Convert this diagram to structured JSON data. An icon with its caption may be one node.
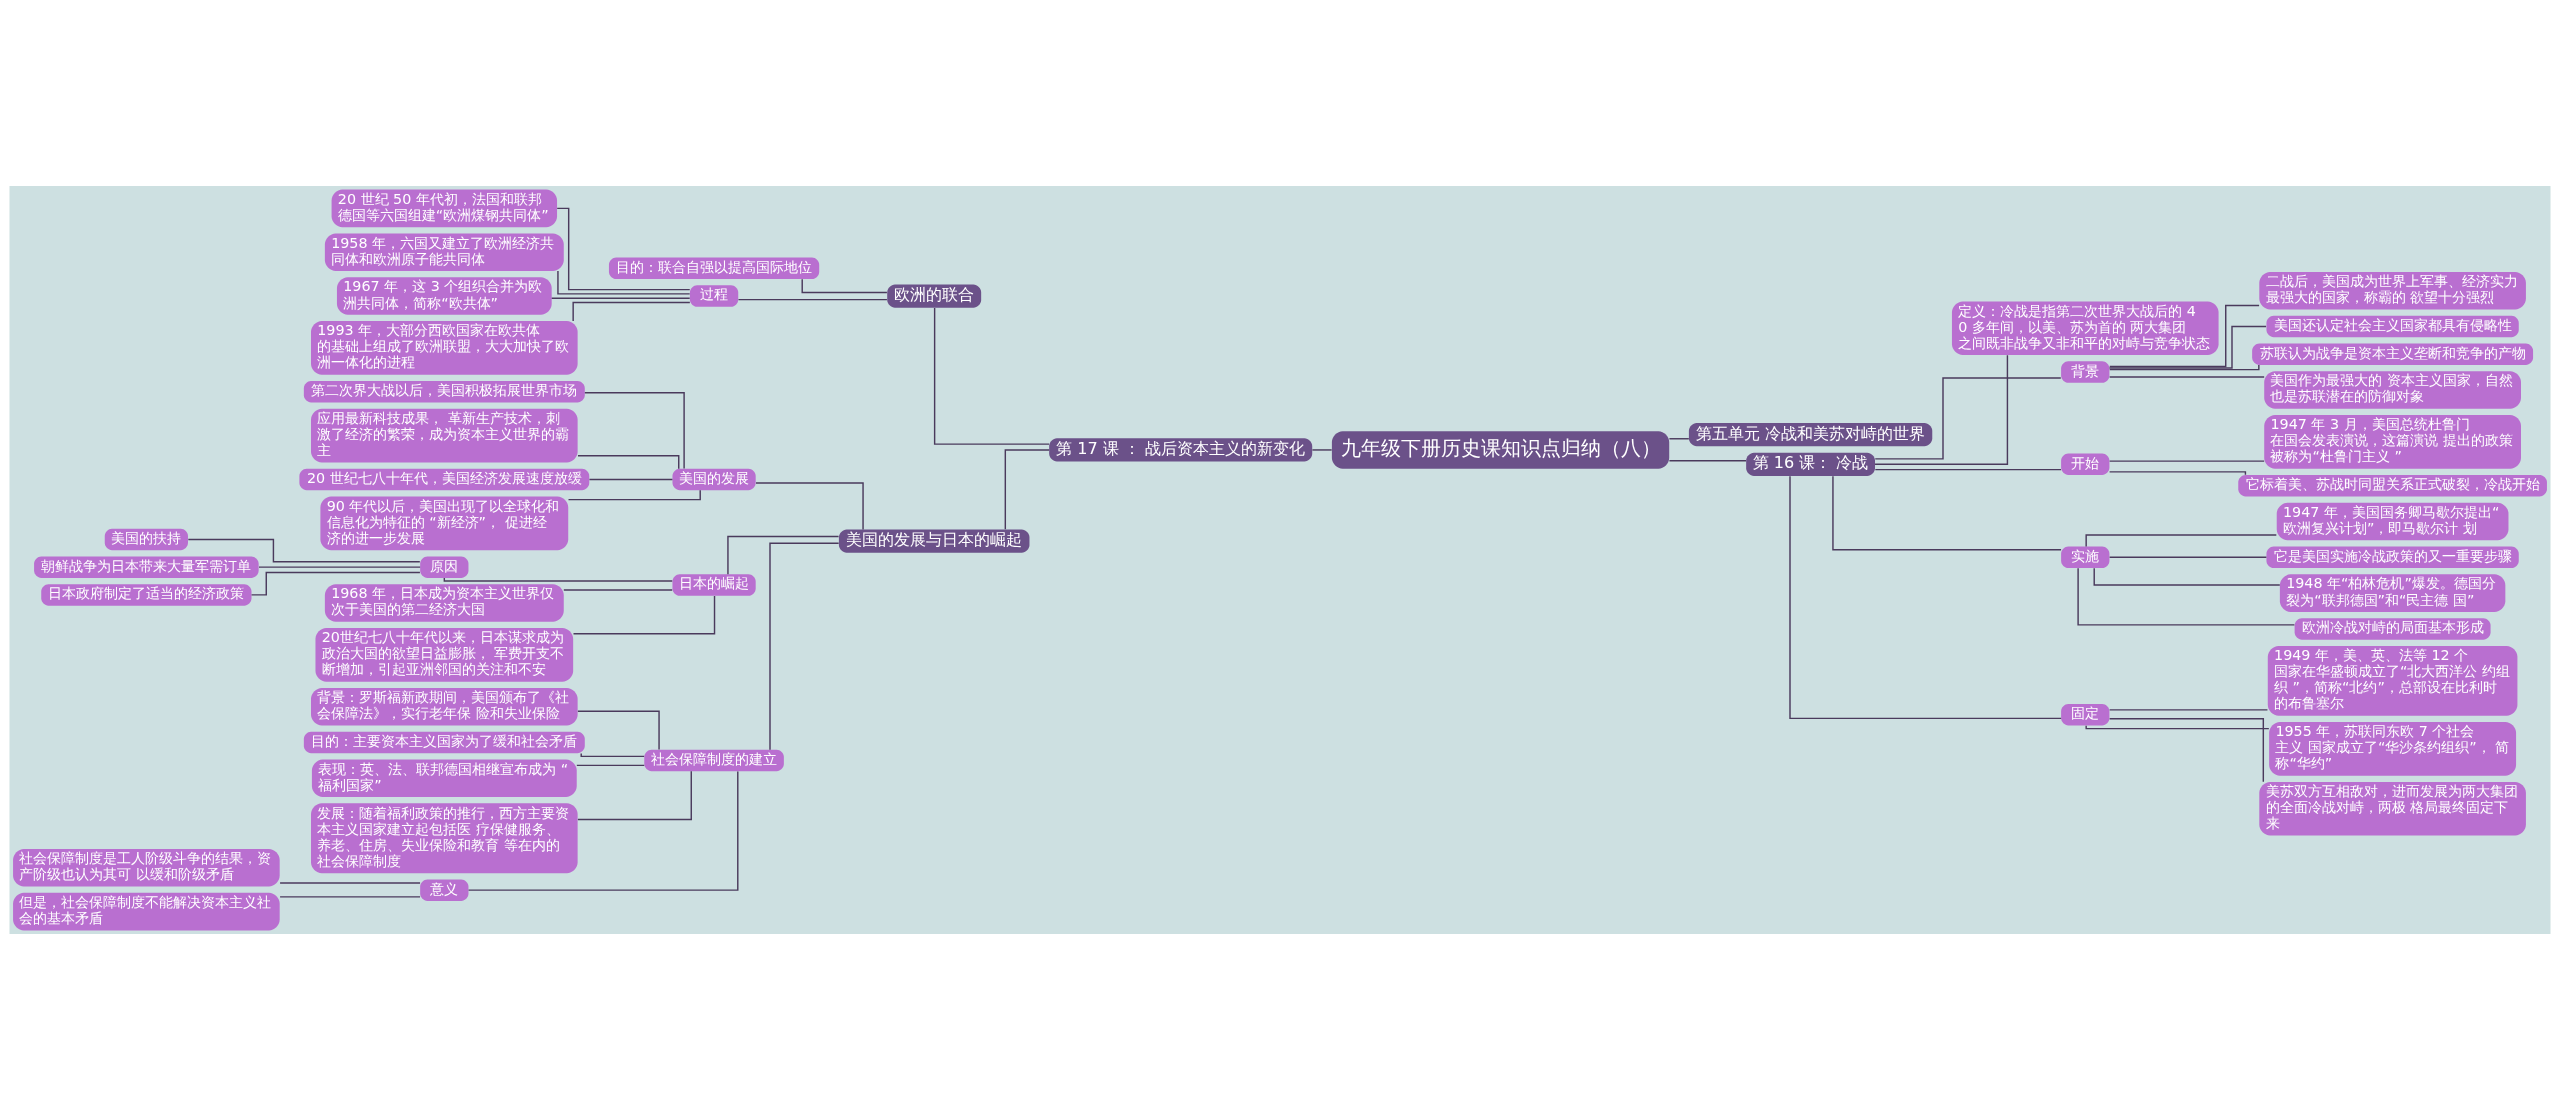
{
  "diagram": {
    "nodes": [
      {
        "text": [
          "九年级下册历史课知识点归纳（八）"
        ]
      },
      {
        "text": [
          "第 17 课 ： 战后资本主义的新变化"
        ]
      },
      {
        "text": [
          "欧洲的联合"
        ]
      },
      {
        "text": [
          "目的：联合自强以提高国际地位"
        ]
      },
      {
        "text": [
          "过程"
        ]
      },
      {
        "text": [
          "20 世纪 50 年代初，法国和联邦德国等六国组建“欧洲煤钢共同体”"
        ]
      },
      {
        "text": [
          "1958 年，六国又建立了欧洲经济共同体和欧洲原子能共同体"
        ]
      },
      {
        "text": [
          "1967 年，这 3 个组织合并为欧洲共同体，简称“欧共体”"
        ]
      },
      {
        "text": [
          "1993 年，大部分西欧国家在欧共体的基础上组成了欧洲联盟，大大加快了欧洲一体化的进程"
        ]
      },
      {
        "text": [
          "美国的发展与日本的崛起"
        ]
      },
      {
        "text": [
          "美国的发展"
        ]
      },
      {
        "text": [
          "第二次界大战以后，美国积极拓展世界市场"
        ]
      },
      {
        "text": [
          "应用最新科技成果， 革新生产技术，刺激了经济的繁荣，成为资本主义世界的霸主"
        ]
      },
      {
        "text": [
          "20 世纪七八十年代，美国经济发展速度放缓"
        ]
      },
      {
        "text": [
          "90 年代以后，美国出现了以全球化和信息化为特征的 “新经济”， 促进经济的进一步发展"
        ]
      },
      {
        "text": [
          "日本的崛起"
        ]
      },
      {
        "text": [
          "原因"
        ]
      },
      {
        "text": [
          "美国的扶持"
        ]
      },
      {
        "text": [
          "朝鲜战争为日本带来大量军需订单"
        ]
      },
      {
        "text": [
          "日本政府制定了适当的经济政策"
        ]
      },
      {
        "text": [
          "1968 年，日本成为资本主义世界仅次于美国的第二经济大国"
        ]
      },
      {
        "text": [
          "20世纪七八十年代以来，日本谋求成为政治大国的欲望日益膨胀， 军费开支不断增加，引起亚洲邻国的关注和不安"
        ]
      },
      {
        "text": [
          "社会保障制度的建立"
        ]
      },
      {
        "text": [
          "背景：罗斯福新政期间，美国颁布了《社会保障法》，实行老年保 险和失业保险"
        ]
      },
      {
        "text": [
          "目的：主要资本主义国家为了缓和社会矛盾"
        ]
      },
      {
        "text": [
          "表现：英、法、联邦德国相继宣布成为 “福利国家”"
        ]
      },
      {
        "text": [
          "发展：随着福利政策的推行，西方主要资本主义国家建立起包括医 疗保健服务、养老、住房、失业保险和教育 等在内的社会保障制度"
        ]
      },
      {
        "text": [
          "意义"
        ]
      },
      {
        "text": [
          "社会保障制度是工人阶级斗争的结果，资产阶级也认为其可 以缓和阶级矛盾"
        ]
      },
      {
        "text": [
          "但是，社会保障制度不能解决资本主义社会的基本矛盾"
        ]
      },
      {
        "text": [
          "第五单元 冷战和美苏对峙的世界"
        ]
      },
      {
        "text": [
          "第 16 课： 冷战"
        ]
      },
      {
        "text": [
          "定义：冷战是指第二次世界大战后的 40 多年间，以美、苏为首的 两大集团之间既非战争又非和平的对峙与竞争状态"
        ]
      },
      {
        "text": [
          "背景"
        ]
      },
      {
        "text": [
          "二战后，美国成为世界上军事、经济实力最强大的国家，称霸的 欲望十分强烈"
        ]
      },
      {
        "text": [
          "美国还认定社会主义国家都具有侵略性"
        ]
      },
      {
        "text": [
          "苏联认为战争是资本主义垄断和竞争的产物"
        ]
      },
      {
        "text": [
          "美国作为最强大的 资本主义国家，自然也是苏联潜在的防御对象"
        ]
      },
      {
        "text": [
          "开始"
        ]
      },
      {
        "text": [
          "1947 年 3 月，美国总统杜鲁门在国会发表演说，这篇演说 提出的政策被称为“杜鲁门主义 ”"
        ]
      },
      {
        "text": [
          "它标着美、苏战时同盟关系正式破裂，冷战开始"
        ]
      },
      {
        "text": [
          "实施"
        ]
      },
      {
        "text": [
          "1947 年，美国国务卿马歇尔提出“欧洲复兴计划”，即马歇尔计 划"
        ]
      },
      {
        "text": [
          "它是美国实施冷战政策的又一重要步骤"
        ]
      },
      {
        "text": [
          "1948 年“柏林危机”爆发。德国分裂为“联邦德国”和“民主德 国”"
        ]
      },
      {
        "text": [
          "欧洲冷战对峙的局面基本形成"
        ]
      },
      {
        "text": [
          "固定"
        ]
      },
      {
        "text": [
          "1949 年，美、英、法等 12 个国家在华盛顿成立了“北大西洋公 约组织 ”，简称“北约”，总部设在比利时的布鲁塞尔"
        ]
      },
      {
        "text": [
          "1955 年，苏联同东欧 7 个社会主义 国家成立了“华沙条约组织”， 简称“华约”"
        ]
      },
      {
        "text": [
          "美苏双方互相敌对，进而发展为两大集团的全面冷战对峙，两极 格局最终固定下来"
        ]
      }
    ],
    "edges": [
      {
        "from": 0,
        "to": 1,
        "arrow": "none"
      },
      {
        "from": 1,
        "to": 2,
        "arrow": "none"
      },
      {
        "from": 2,
        "to": 3,
        "arrow": "none"
      },
      {
        "from": 2,
        "to": 4,
        "arrow": "none"
      },
      {
        "from": 4,
        "to": 5,
        "arrow": "none"
      },
      {
        "from": 4,
        "to": 6,
        "arrow": "none"
      },
      {
        "from": 4,
        "to": 7,
        "arrow": "none"
      },
      {
        "from": 4,
        "to": 8,
        "arrow": "none"
      },
      {
        "from": 1,
        "to": 9,
        "arrow": "none"
      },
      {
        "from": 9,
        "to": 10,
        "arrow": "none"
      },
      {
        "from": 10,
        "to": 11,
        "arrow": "none"
      },
      {
        "from": 10,
        "to": 12,
        "arrow": "none"
      },
      {
        "from": 10,
        "to": 13,
        "arrow": "none"
      },
      {
        "from": 10,
        "to": 14,
        "arrow": "none"
      },
      {
        "from": 9,
        "to": 15,
        "arrow": "none"
      },
      {
        "from": 15,
        "to": 16,
        "arrow": "none"
      },
      {
        "from": 16,
        "to": 17,
        "arrow": "none"
      },
      {
        "from": 16,
        "to": 18,
        "arrow": "none"
      },
      {
        "from": 16,
        "to": 19,
        "arrow": "none"
      },
      {
        "from": 15,
        "to": 20,
        "arrow": "none"
      },
      {
        "from": 15,
        "to": 21,
        "arrow": "none"
      },
      {
        "from": 9,
        "to": 22,
        "arrow": "none"
      },
      {
        "from": 22,
        "to": 23,
        "arrow": "none"
      },
      {
        "from": 22,
        "to": 24,
        "arrow": "none"
      },
      {
        "from": 22,
        "to": 25,
        "arrow": "none"
      },
      {
        "from": 22,
        "to": 26,
        "arrow": "none"
      },
      {
        "from": 22,
        "to": 27,
        "arrow": "none"
      },
      {
        "from": 27,
        "to": 28,
        "arrow": "none"
      },
      {
        "from": 27,
        "to": 29,
        "arrow": "none"
      },
      {
        "from": 0,
        "to": 30,
        "arrow": "none"
      },
      {
        "from": 0,
        "to": 31,
        "arrow": "none"
      },
      {
        "from": 31,
        "to": 32,
        "arrow": "none"
      },
      {
        "from": 31,
        "to": 33,
        "arrow": "none"
      },
      {
        "from": 33,
        "to": 34,
        "arrow": "none"
      },
      {
        "from": 33,
        "to": 35,
        "arrow": "none"
      },
      {
        "from": 33,
        "to": 36,
        "arrow": "none"
      },
      {
        "from": 33,
        "to": 37,
        "arrow": "none"
      },
      {
        "from": 31,
        "to": 38,
        "arrow": "none"
      },
      {
        "from": 38,
        "to": 39,
        "arrow": "none"
      },
      {
        "from": 38,
        "to": 40,
        "arrow": "none"
      },
      {
        "from": 31,
        "to": 41,
        "arrow": "none"
      },
      {
        "from": 41,
        "to": 42,
        "arrow": "none"
      },
      {
        "from": 41,
        "to": 43,
        "arrow": "none"
      },
      {
        "from": 41,
        "to": 44,
        "arrow": "none"
      },
      {
        "from": 41,
        "to": 45,
        "arrow": "none"
      },
      {
        "from": 31,
        "to": 46,
        "arrow": "none"
      },
      {
        "from": 46,
        "to": 47,
        "arrow": "none"
      },
      {
        "from": 46,
        "to": 48,
        "arrow": "none"
      },
      {
        "from": 46,
        "to": 49,
        "arrow": "none"
      }
    ]
  }
}
